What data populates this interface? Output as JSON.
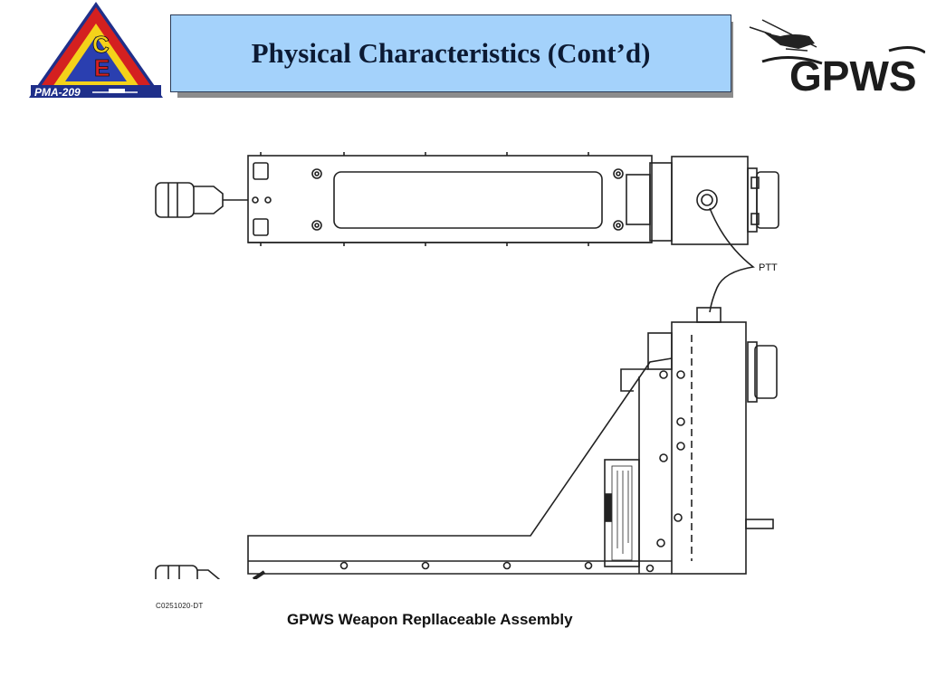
{
  "slide": {
    "title": "Physical Characteristics (Cont’d)",
    "caption": "GPWS Weapon Repllaceable Assembly",
    "part_number": "C0251020-DT",
    "callout_ptt": "PTT"
  },
  "logos": {
    "left_badge_text": "PMA-209",
    "right_wordmark": "GPWS"
  },
  "colors": {
    "title_fill": "#a4d2fb",
    "badge_red": "#d42020",
    "badge_yellow": "#f4d21a",
    "badge_blue": "#2a3fb0"
  }
}
